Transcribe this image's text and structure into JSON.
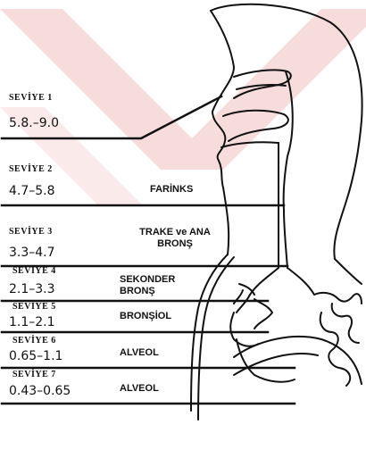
{
  "levels": [
    {
      "label": "SEVİYE 1",
      "range": "5.8.–9.0"
    },
    {
      "label": "SEVİYE 2",
      "range": "4.7–5.8"
    },
    {
      "label": "SEVİYE 3",
      "range": "3.3–4.7"
    },
    {
      "label": "SEVİYE 4",
      "range": "2.1–3.3"
    },
    {
      "label": "SEVİYE 5",
      "range": "1.1–2.1"
    },
    {
      "label": "SEVİYE 6",
      "range": "0.65–1.1"
    },
    {
      "label": "SEVİYE 7",
      "range": "0.43–0.65"
    }
  ],
  "regions": {
    "farinks": "FARİNKS",
    "trake": [
      "TRAKE ve ANA",
      "BRONŞ"
    ],
    "sekonder": [
      "SEKONDER",
      "BRONŞ"
    ],
    "bronsiol": "BRONŞİOL",
    "alveol_1": "ALVEOL",
    "alveol_2": "ALVEOL"
  },
  "colors": {
    "line": "#111111",
    "watermark": "#f7dcdc"
  }
}
